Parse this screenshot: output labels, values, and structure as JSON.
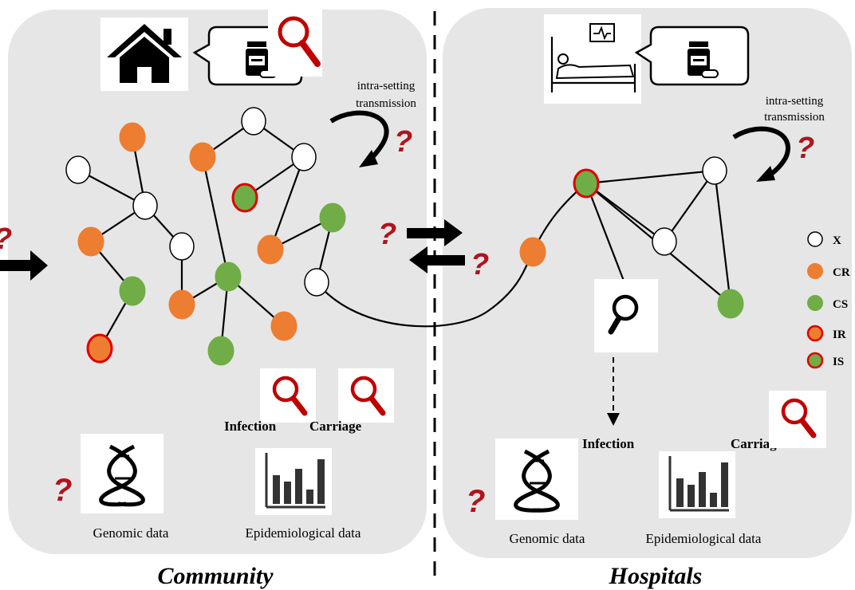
{
  "panels": {
    "community": {
      "title": "Community"
    },
    "hospitals": {
      "title": "Hospitals"
    }
  },
  "annotations": {
    "intra_setting_line1": "intra-setting",
    "intra_setting_line2": "transmission",
    "question_mark": "?"
  },
  "labels": {
    "infection": "Infection",
    "carriage": "Carriage",
    "genomic_data": "Genomic data",
    "epidemiological_data": "Epidemiological data"
  },
  "legend": [
    {
      "label": "X",
      "fill": "#ffffff",
      "stroke": "#000000"
    },
    {
      "label": "CR",
      "fill": "#ed7d31",
      "stroke": "#ed7d31"
    },
    {
      "label": "CS",
      "fill": "#70ad47",
      "stroke": "#70ad47"
    },
    {
      "label": "IR",
      "fill": "#ed7d31",
      "stroke": "#e00000"
    },
    {
      "label": "IS",
      "fill": "#70ad47",
      "stroke": "#e00000"
    }
  ],
  "colors": {
    "panel_bg": "#e6e6e6",
    "node_x": "#ffffff",
    "node_cr": "#ed7d31",
    "node_cs": "#70ad47",
    "infection_ring": "#e00000",
    "magnifier_red": "#c00000",
    "question_red": "#b0141c"
  },
  "icons": [
    "house-icon",
    "medicine-bottle-icon",
    "search-icon",
    "hospital-bed-icon",
    "heart-monitor-icon",
    "dna-icon",
    "bar-chart-icon",
    "arrow-icon",
    "curved-arrow-icon"
  ]
}
